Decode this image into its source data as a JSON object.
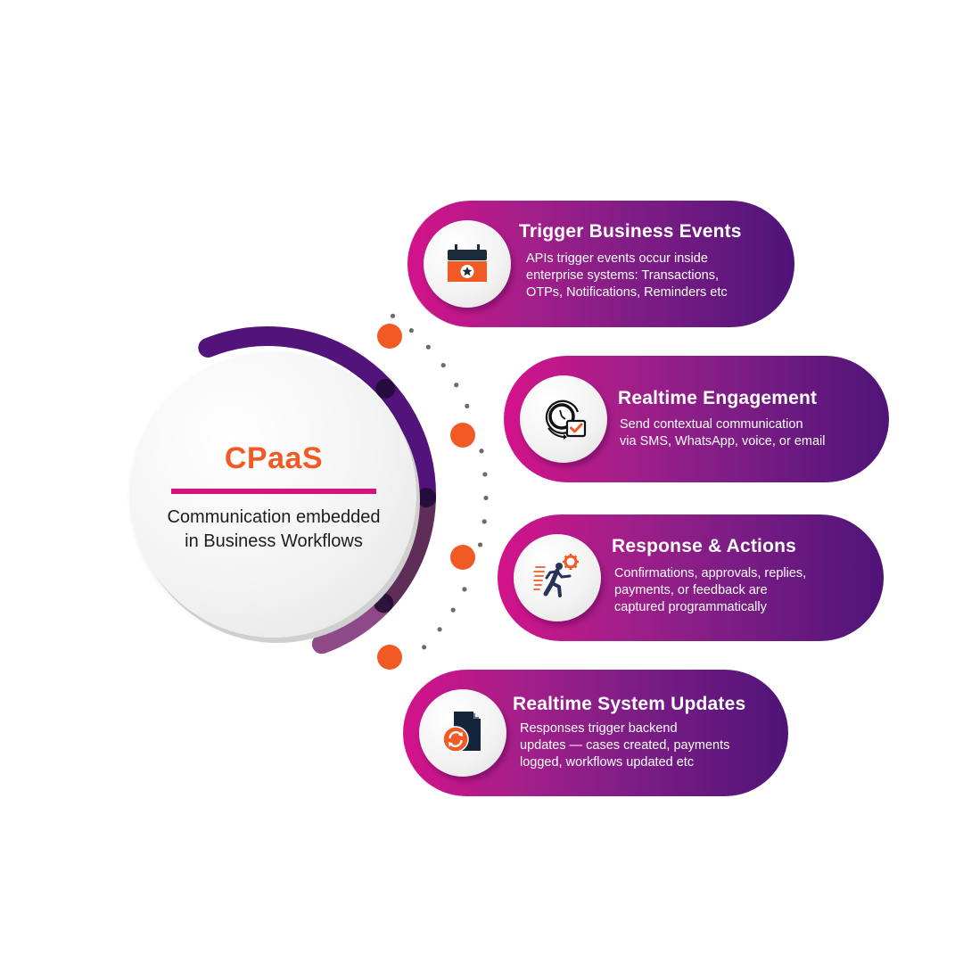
{
  "hub": {
    "title": "CPaaS",
    "subtitle_lines": [
      "Communication embedded",
      "in Business Workflows"
    ]
  },
  "colors": {
    "accent_orange": "#f15a24",
    "accent_magenta": "#d6127f",
    "gradient_start": "#d4128a",
    "gradient_end": "#4f1478",
    "arc_top": "#52137a",
    "arc_mid": "#5e2d58",
    "arc_bottom": "#8e4a88",
    "arc_node": "#1e0a33",
    "icon_dark": "#1c2b3a"
  },
  "steps": [
    {
      "title": "Trigger Business Events",
      "icon": "calendar-star-icon",
      "lines": [
        "APIs trigger events occur inside",
        "enterprise systems: Transactions,",
        "OTPs, Notifications, Reminders etc"
      ]
    },
    {
      "title": "Realtime Engagement",
      "icon": "clock-check-icon",
      "lines": [
        "Send contextual communication",
        "via SMS, WhatsApp, voice, or email"
      ]
    },
    {
      "title": "Response & Actions",
      "icon": "running-person-gear-icon",
      "lines": [
        "Confirmations, approvals, replies,",
        "payments, or feedback are",
        "captured programmatically"
      ]
    },
    {
      "title": "Realtime System Updates",
      "icon": "document-sync-icon",
      "lines": [
        "Responses trigger backend",
        "updates — cases created, payments",
        "logged, workflows updated etc"
      ]
    }
  ]
}
